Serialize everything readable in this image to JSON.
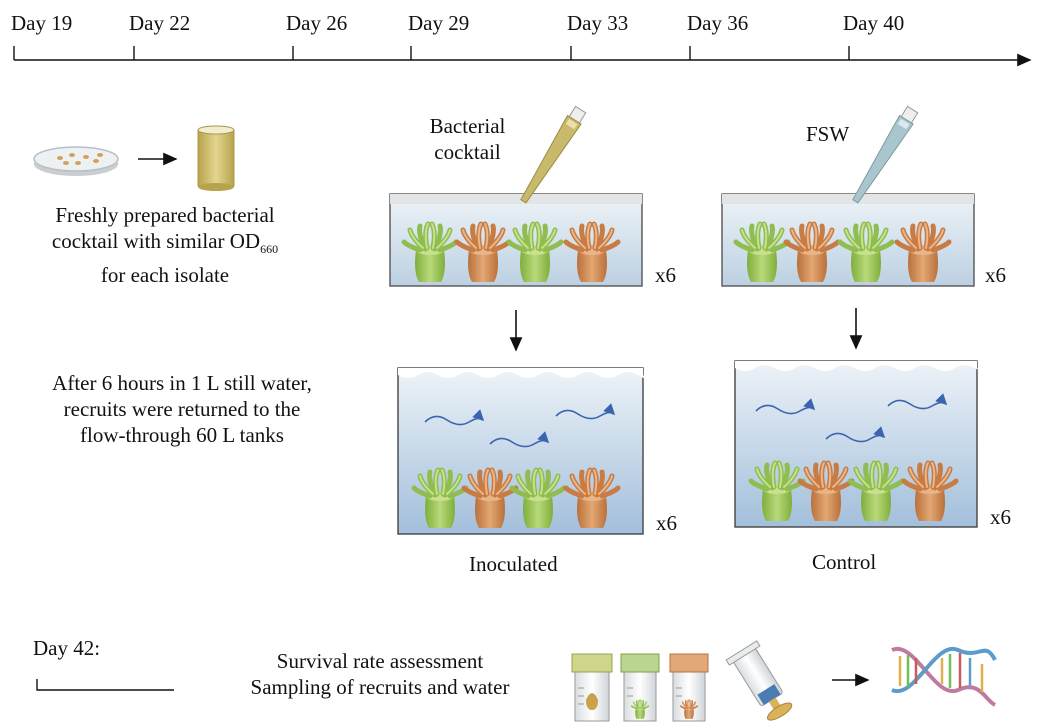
{
  "timeline": {
    "days": [
      "Day 19",
      "Day 22",
      "Day 26",
      "Day 29",
      "Day 33",
      "Day 36",
      "Day 40"
    ]
  },
  "prep": {
    "line1": "Freshly prepared bacterial",
    "line2_main": "cocktail with similar OD",
    "line2_sub": "660",
    "line3": "for each isolate"
  },
  "inoculation": {
    "pipette_label_line1": "Bacterial",
    "pipette_label_line2": "cocktail",
    "control_pipette_label": "FSW",
    "replicates": "x6"
  },
  "recovery": {
    "line1": "After 6 hours in 1 L still water,",
    "line2": "recruits were returned to the",
    "line3": "flow-through 60 L tanks"
  },
  "tanks": {
    "inoculated_label": "Inoculated",
    "control_label": "Control",
    "replicates": "x6"
  },
  "final": {
    "day": "Day 42:",
    "line1": "Survival rate assessment",
    "line2": "Sampling of recruits and water"
  },
  "colors": {
    "green_anemone": "#9cc65a",
    "orange_anemone": "#cf8a52",
    "water_top": "#e9f1f7",
    "water_bottom": "#a9c2dc",
    "current_arrow": "#3b64b0",
    "cocktail": "#c9b96a",
    "fsw": "#a9c6cf"
  }
}
